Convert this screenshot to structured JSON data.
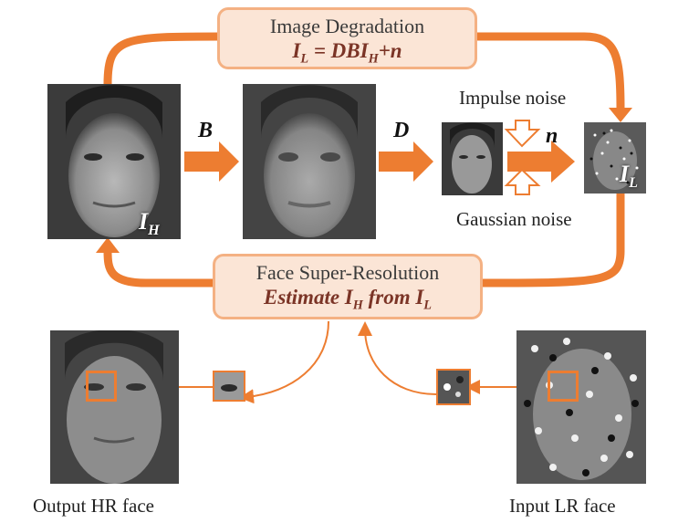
{
  "top_box": {
    "title": "Image Degradation",
    "formula_main": "I",
    "formula_sub_l": "L",
    "formula_mid": " = DBI",
    "formula_sub_h": "H",
    "formula_end": "+n"
  },
  "bottom_box": {
    "title": "Face Super-Resolution",
    "line_a": "Estimate I",
    "sub_h": "H",
    "line_b": " from I",
    "sub_l": "L"
  },
  "symbols": {
    "blur": "B",
    "down": "D",
    "noise": "n"
  },
  "image_labels": {
    "hr_main": "I",
    "hr_sub": "H",
    "lr_main": "I",
    "lr_sub": "L"
  },
  "noise_labels": {
    "impulse": "Impulse noise",
    "gaussian": "Gaussian noise"
  },
  "captions": {
    "output": "Output HR face",
    "input": "Input LR face"
  },
  "colors": {
    "arrow": "#ed7d31",
    "box_fill": "#fbe5d6",
    "box_border": "#f4b183",
    "box_text_dark": "#7b3426"
  }
}
